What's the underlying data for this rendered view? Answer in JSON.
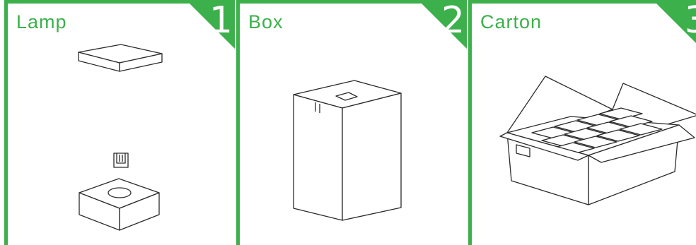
{
  "panels": [
    {
      "title": "Lamp",
      "number": "1"
    },
    {
      "title": "Box",
      "number": "2"
    },
    {
      "title": "Carton",
      "number": "3"
    }
  ],
  "colors": {
    "accent": "#3cb04b",
    "line": "#2a2a2a",
    "background": "#ffffff"
  }
}
